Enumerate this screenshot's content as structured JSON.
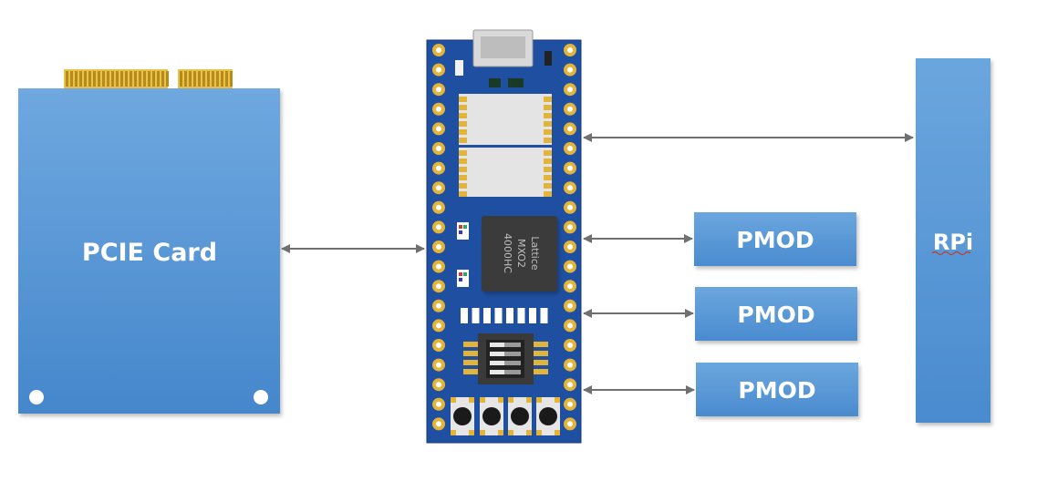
{
  "pcie_card": {
    "label": "PCIE Card"
  },
  "rpi": {
    "label": "RPi"
  },
  "pmods": [
    {
      "label": "PMOD"
    },
    {
      "label": "PMOD"
    },
    {
      "label": "PMOD"
    }
  ],
  "chip": {
    "line1": "Lattice",
    "line2": "MXO2",
    "line3": "4000HC"
  },
  "colors": {
    "box_blue": "#5a9ad6",
    "board_blue": "#1f4fa0",
    "arrow": "#707070",
    "gold": "#e2b43a"
  }
}
